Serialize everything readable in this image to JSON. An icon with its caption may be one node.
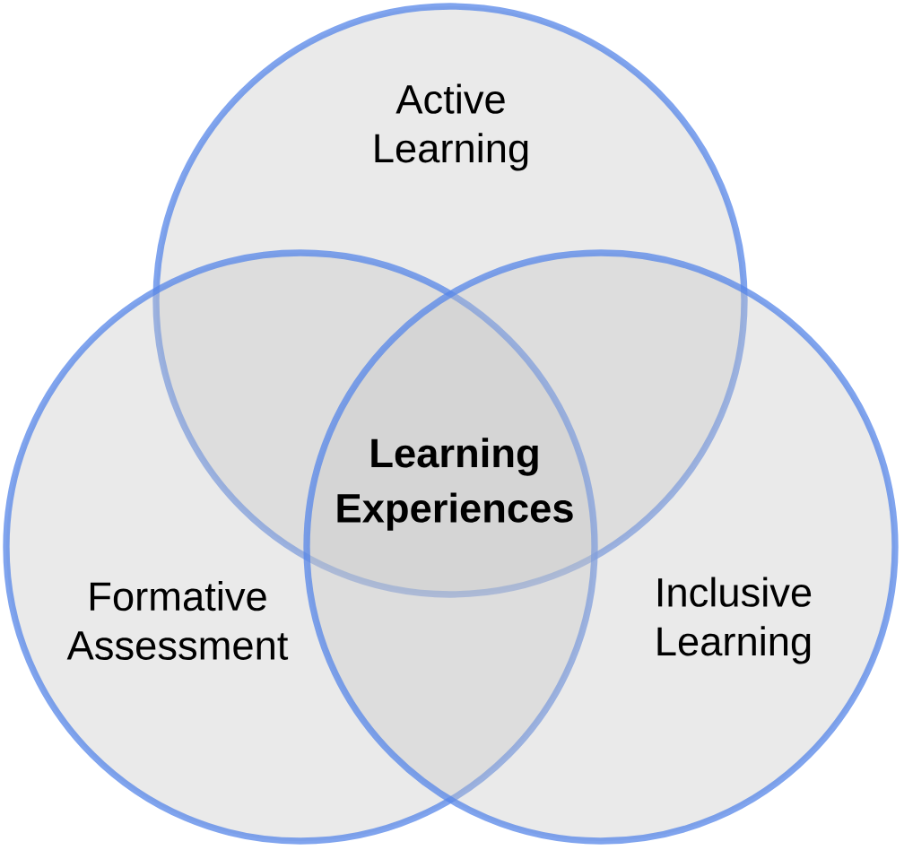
{
  "diagram": {
    "nodes": [
      {
        "text": [
          "Active Learning"
        ]
      },
      {
        "text": [
          "Formative Assessment"
        ]
      },
      {
        "text": [
          "Inclusive Learning"
        ]
      }
    ],
    "labels": [
      "Learning Experiences"
    ]
  }
}
